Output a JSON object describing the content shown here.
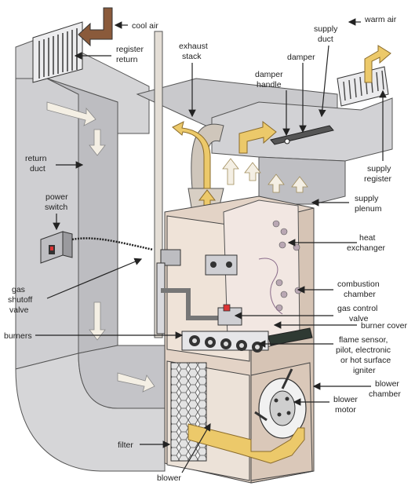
{
  "labels": {
    "cool_air": "cool air",
    "register_return_1": "register",
    "register_return_2": "return",
    "exhaust_stack_1": "exhaust",
    "exhaust_stack_2": "stack",
    "supply_duct_1": "supply",
    "supply_duct_2": "duct",
    "warm_air": "warm air",
    "damper": "damper",
    "damper_handle_1": "damper",
    "damper_handle_2": "handle",
    "return_duct_1": "return",
    "return_duct_2": "duct",
    "supply_register_1": "supply",
    "supply_register_2": "register",
    "power_switch_1": "power",
    "power_switch_2": "switch",
    "supply_plenum_1": "supply",
    "supply_plenum_2": "plenum",
    "heat_exchanger_1": "heat",
    "heat_exchanger_2": "exchanger",
    "gas_shutoff_1": "gas",
    "gas_shutoff_2": "shutoff",
    "gas_shutoff_3": "valve",
    "combustion_chamber_1": "combustion",
    "combustion_chamber_2": "chamber",
    "gas_control_valve_1": "gas control",
    "gas_control_valve_2": "valve",
    "burners": "burners",
    "burner_cover": "burner cover",
    "flame_sensor_1": "flame sensor,",
    "flame_sensor_2": "pilot, electronic",
    "flame_sensor_3": "or hot surface",
    "flame_sensor_4": "igniter",
    "blower_chamber_1": "blower",
    "blower_chamber_2": "chamber",
    "blower_motor_1": "blower",
    "blower_motor_2": "motor",
    "filter": "filter",
    "blower": "blower"
  },
  "colors": {
    "duct": "#d4d4d6",
    "duct_dark": "#a9a9ac",
    "duct_shadow": "#8e8e92",
    "cabinet": "#e3d3c6",
    "cabinet_dark": "#c9b4a3",
    "panel": "#efe3d8",
    "airflow_warm": "#ecc96a",
    "airflow_cool": "#8a5a3b",
    "arrow_white": "#f4efe4",
    "line": "#222222"
  }
}
